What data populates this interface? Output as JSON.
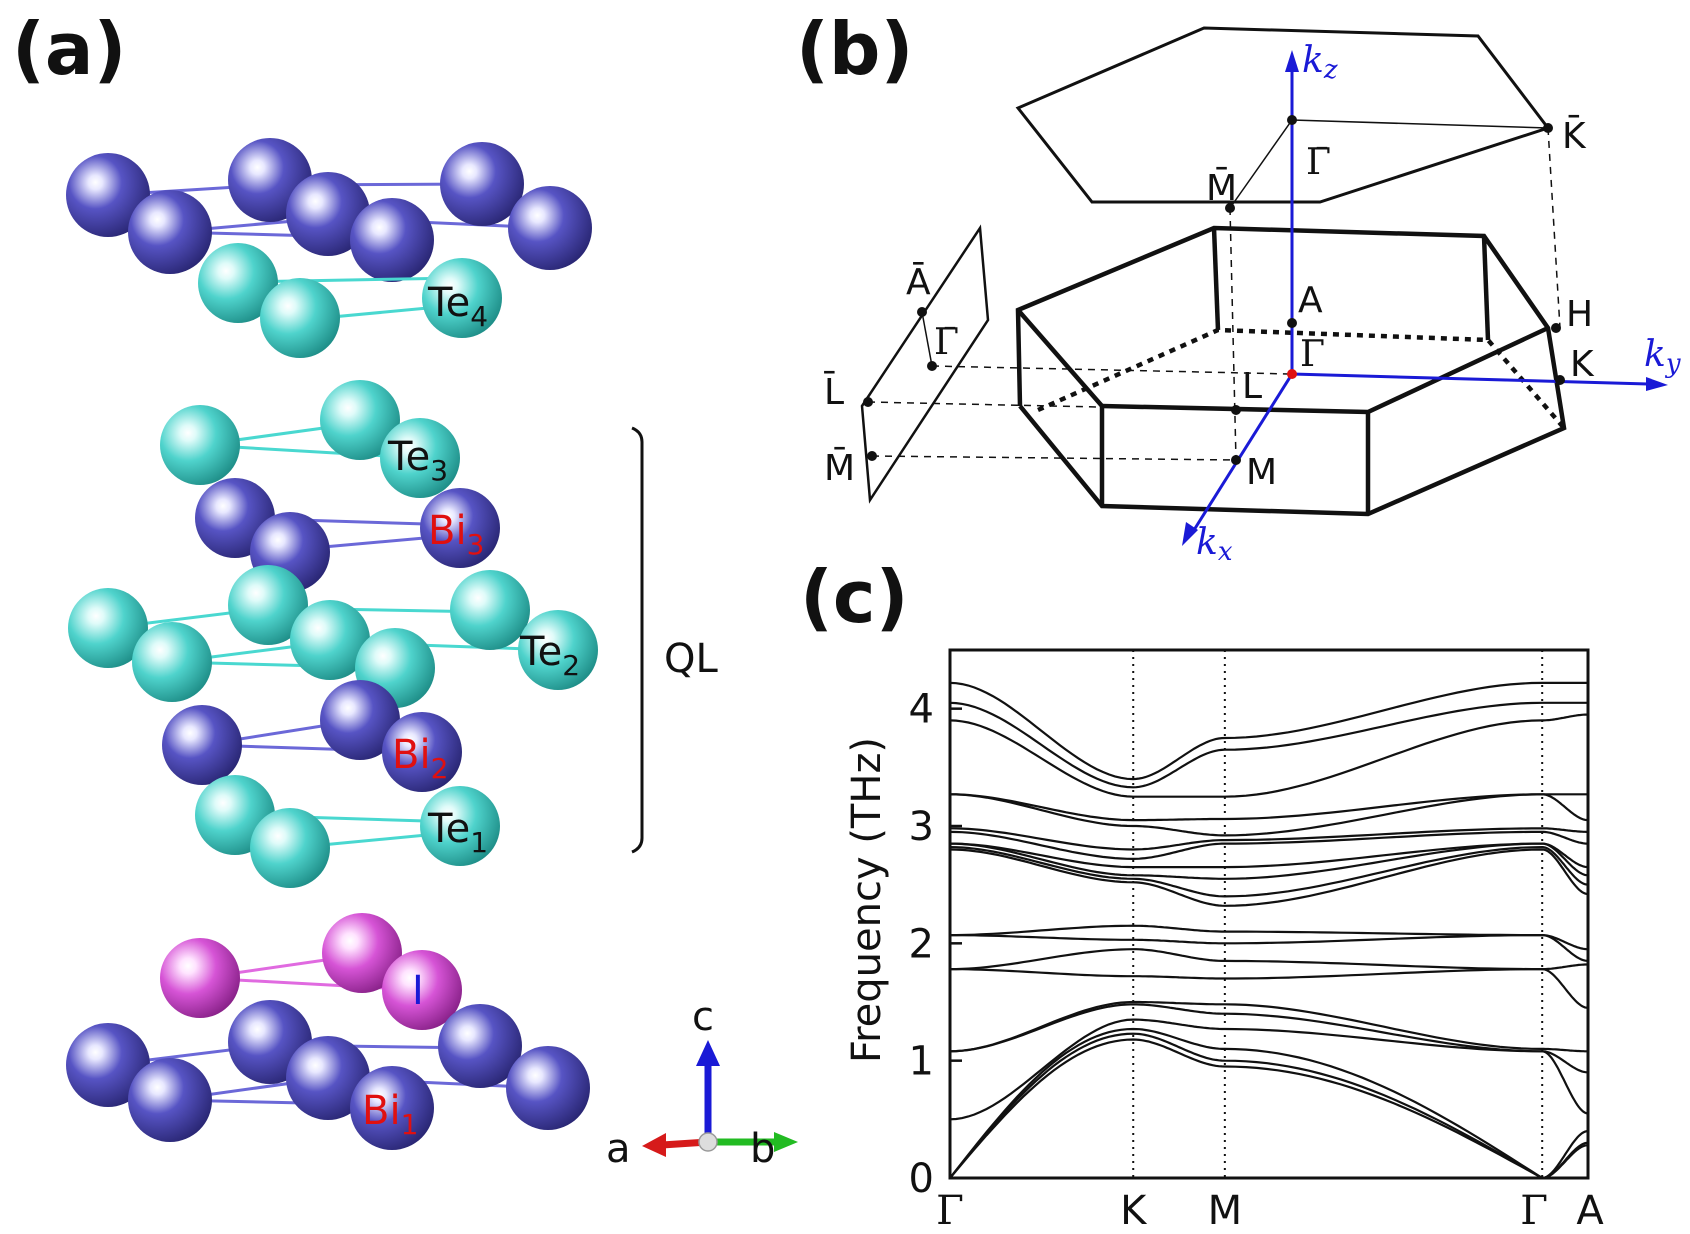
{
  "panels": {
    "a": "(a)",
    "b": "(b)",
    "c": "(c)"
  },
  "structure": {
    "atom_labels": {
      "te4": "Te",
      "te4_sub": "4",
      "te3": "Te",
      "te3_sub": "3",
      "bi3": "Bi",
      "bi3_sub": "3",
      "te2": "Te",
      "te2_sub": "2",
      "bi2": "Bi",
      "bi2_sub": "2",
      "te1": "Te",
      "te1_sub": "1",
      "iodine": "I",
      "bi1": "Bi",
      "bi1_sub": "1"
    },
    "ql_label": "QL",
    "axes": {
      "a": "a",
      "b": "b",
      "c": "c"
    },
    "colors": {
      "Bi": "#4a47b3",
      "Te": "#45d0c9",
      "I": "#d452d4",
      "bi_label": "#e01010",
      "i_label": "#1a1ad6"
    }
  },
  "brillouin_zone": {
    "k_axes": {
      "kx": "k",
      "kx_sub": "x",
      "ky": "k",
      "ky_sub": "y",
      "kz": "k",
      "kz_sub": "z"
    },
    "points": {
      "gamma": "Γ",
      "A": "A",
      "L": "L",
      "M": "M",
      "H": "H",
      "K": "K",
      "top_gamma_bar": "Γ̄",
      "top_M_bar": "M̄",
      "top_K_bar": "K̄",
      "side_A_bar": "Ā",
      "side_gamma_bar": "Γ̄",
      "side_L_bar": "L̄",
      "side_M_bar": "M̄"
    }
  },
  "chart_data": {
    "type": "line",
    "title": "",
    "xlabel": "",
    "ylabel": "Frequency (THz)",
    "ylim": [
      0,
      4.5
    ],
    "yticks": [
      0,
      1,
      2,
      3,
      4
    ],
    "path_labels": [
      "Γ",
      "K",
      "M",
      "Γ",
      "A"
    ],
    "path_positions": [
      0,
      1.0,
      0.5,
      1.732,
      0.25
    ],
    "high_symmetry_x": [
      0,
      1.0,
      1.5,
      3.232,
      3.482
    ],
    "grid": "vertical dotted lines at high-symmetry points",
    "values_at_high_symmetry_points": {
      "Gamma": [
        0,
        0,
        0,
        0.5,
        1.08,
        1.08,
        1.78,
        1.78,
        2.07,
        2.07,
        2.8,
        2.82,
        2.85,
        2.85,
        2.95,
        2.98,
        3.27,
        3.27,
        3.9,
        4.05,
        4.22
      ],
      "K": [
        1.18,
        1.23,
        1.27,
        1.35,
        1.48,
        1.5,
        1.72,
        1.95,
        2.03,
        2.15,
        2.52,
        2.55,
        2.58,
        2.65,
        2.72,
        2.8,
        3.0,
        3.05,
        3.25,
        3.33,
        3.4
      ],
      "M": [
        0.95,
        1.0,
        1.1,
        1.27,
        1.4,
        1.48,
        1.7,
        1.85,
        2.0,
        2.1,
        2.32,
        2.4,
        2.55,
        2.65,
        2.85,
        2.88,
        2.92,
        3.06,
        3.25,
        3.65,
        3.75
      ],
      "Gamma2": [
        0,
        0,
        0,
        1.08,
        1.08,
        1.1,
        1.78,
        1.78,
        2.07,
        2.07,
        2.8,
        2.82,
        2.85,
        2.85,
        2.95,
        2.98,
        3.27,
        3.27,
        3.9,
        4.05,
        4.22
      ],
      "A": [
        0.28,
        0.3,
        0.4,
        0.55,
        0.9,
        1.08,
        1.45,
        1.82,
        1.85,
        1.95,
        2.42,
        2.5,
        2.58,
        2.65,
        2.85,
        2.95,
        3.05,
        3.27,
        3.95,
        4.05,
        4.22
      ]
    }
  }
}
